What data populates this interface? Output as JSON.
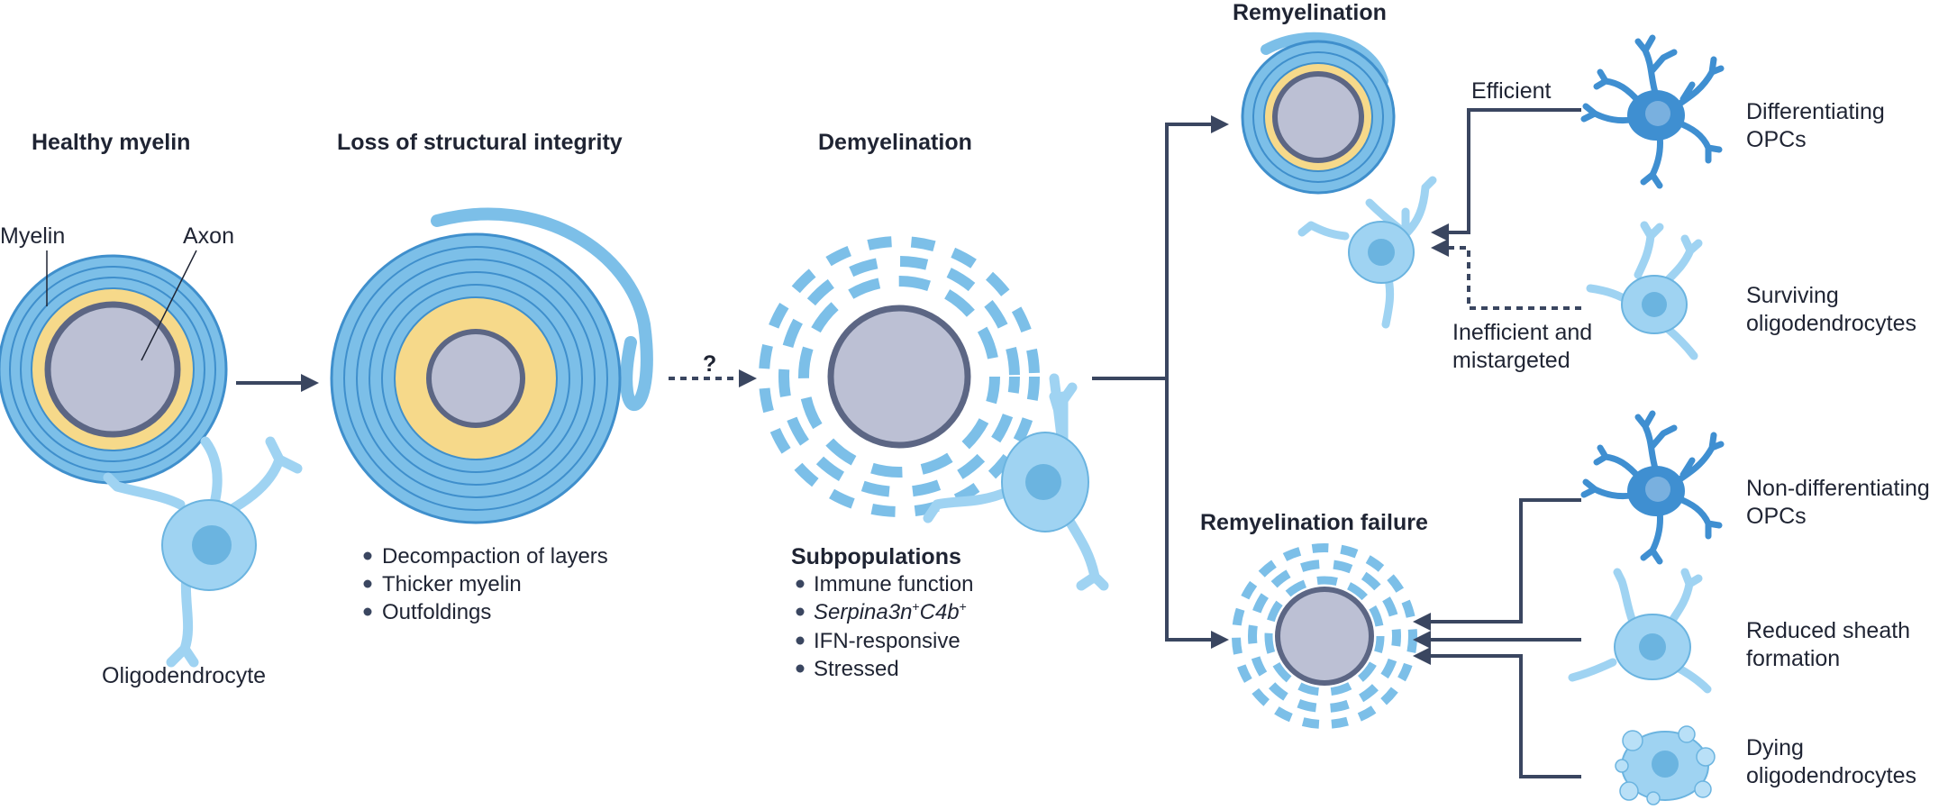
{
  "titles": {
    "healthy": "Healthy myelin",
    "loss": "Loss of structural integrity",
    "demyelination": "Demyelination",
    "remyelination": "Remyelination",
    "failure": "Remyelination failure"
  },
  "labels": {
    "myelin": "Myelin",
    "axon": "Axon",
    "oligodendrocyte": "Oligodendrocyte",
    "question": "?",
    "efficient": "Efficient",
    "inefficient_1": "Inefficient and",
    "inefficient_2": "mistargeted"
  },
  "loss_bullets": [
    "Decompaction of layers",
    "Thicker myelin",
    "Outfoldings"
  ],
  "subpopulations": {
    "heading": "Subpopulations",
    "item_1": "Immune function",
    "item_2_a": "Serpina3n",
    "item_2_sup1": "+",
    "item_2_b": "C4b",
    "item_2_sup2": "+",
    "item_3": "IFN-responsive",
    "item_4": "Stressed"
  },
  "cell_labels": {
    "diff_1": "Differentiating",
    "diff_2": "OPCs",
    "surv_1": "Surviving",
    "surv_2": "oligodendrocytes",
    "nondiff_1": "Non-differentiating",
    "nondiff_2": "OPCs",
    "reduced_1": "Reduced sheath",
    "reduced_2": "formation",
    "dying_1": "Dying",
    "dying_2": "oligodendrocytes"
  },
  "colors": {
    "myelin": "#7cbfe8",
    "myelin_edge": "#3f8fcc",
    "axon": "#bcc0d4",
    "axon_edge": "#5c6684",
    "yellow": "#f6d98a",
    "arrow": "#3a4660",
    "opc_dark": "#3f8fd1",
    "cell_light": "#9fd3f2"
  }
}
